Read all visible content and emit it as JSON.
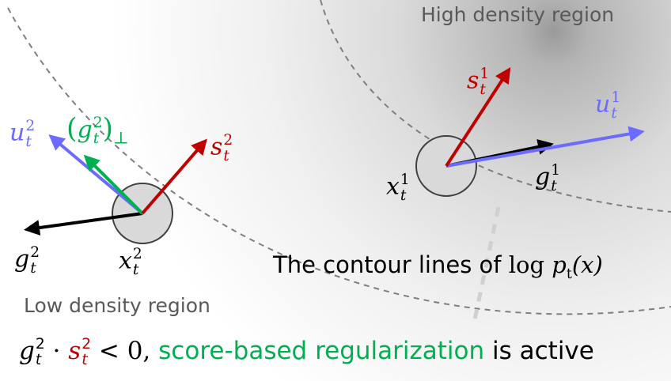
{
  "colors": {
    "score": "#c00000",
    "update": "#6b6bff",
    "gradient": "#000000",
    "perp_component": "#00b050",
    "contour": "#7f7f7f",
    "point_fill": "#d9d9d9",
    "point_stroke": "#404040",
    "region_text": "#595959",
    "density_center": "#9a9a9a"
  },
  "labels": {
    "high_density": "High density region",
    "low_density": "Low density region",
    "contour_caption_prefix": "The contour lines of ",
    "contour_caption_log": "log",
    "contour_caption_p": "p",
    "contour_caption_t": "t",
    "contour_caption_arg": "(x)"
  },
  "vectors": {
    "s1": {
      "base": "s",
      "sup": "1",
      "sub": "t"
    },
    "u1": {
      "base": "u",
      "sup": "1",
      "sub": "t"
    },
    "g1": {
      "base": "g",
      "sup": "1",
      "sub": "t"
    },
    "x1": {
      "base": "x",
      "sup": "1",
      "sub": "t"
    },
    "s2": {
      "base": "s",
      "sup": "2",
      "sub": "t"
    },
    "u2": {
      "base": "u",
      "sup": "2",
      "sub": "t"
    },
    "g2": {
      "base": "g",
      "sup": "2",
      "sub": "t"
    },
    "x2": {
      "base": "x",
      "sup": "2",
      "sub": "t"
    },
    "gperp": {
      "base": "g",
      "sup": "2",
      "sub": "t",
      "open": "(",
      "close": ")",
      "perp": "⊥"
    }
  },
  "bottom_line": {
    "g": "g",
    "g_sup": "2",
    "g_sub": "t",
    "dot": " · ",
    "s": "s",
    "s_sup": "2",
    "s_sub": "t",
    "rel": " < 0, ",
    "highlight": "score-based regularization",
    "rest": " is active"
  }
}
